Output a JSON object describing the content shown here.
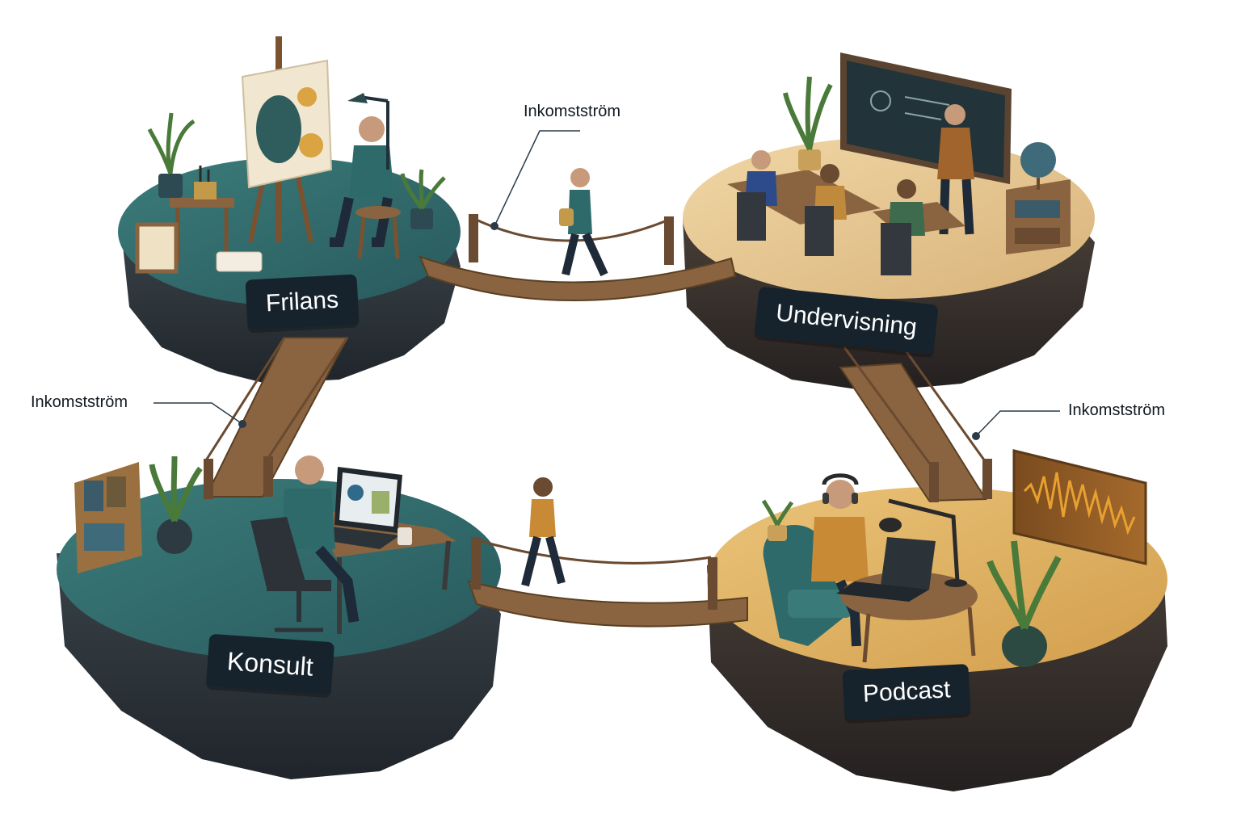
{
  "islands": {
    "frilans": {
      "label": "Frilans",
      "color": "#2f6b6c"
    },
    "undervisning": {
      "label": "Undervisning",
      "color": "#e3c38e"
    },
    "konsult": {
      "label": "Konsult",
      "color": "#2f6b6c"
    },
    "podcast": {
      "label": "Podcast",
      "color": "#e0b564"
    }
  },
  "callouts": {
    "top": "Inkomstström",
    "left": "Inkomstström",
    "right": "Inkomstström"
  },
  "colors": {
    "label_bg": "#17232c",
    "rock": "#2b3238",
    "wood": "#8a6440",
    "callout_line": "#2a3a48"
  }
}
